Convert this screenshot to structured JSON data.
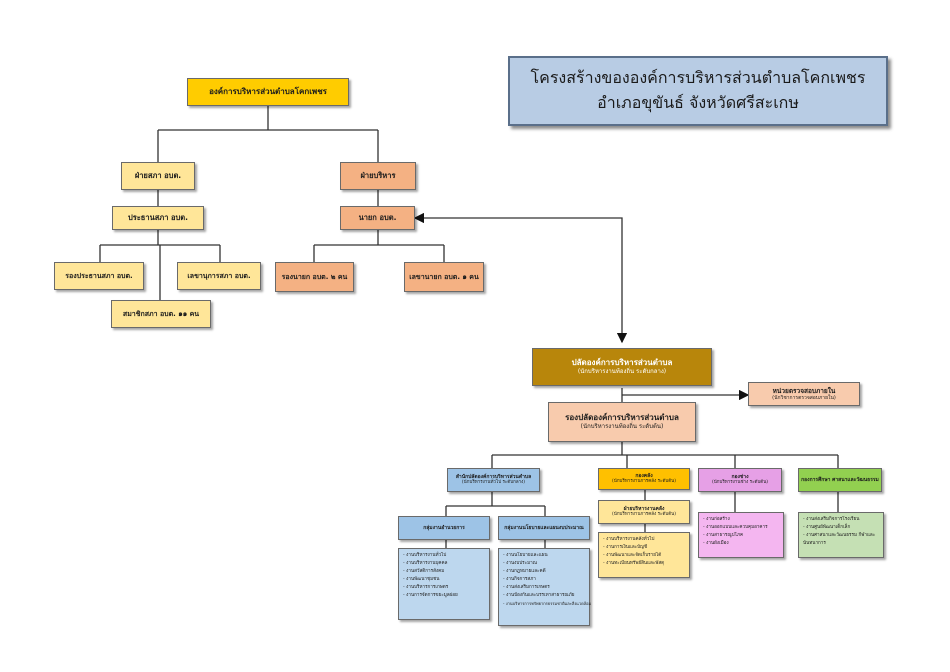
{
  "title": {
    "line1": "โครงสร้างขององค์การบริหารส่วนตำบลโคกเพชร",
    "line2": "อำเภอขุขันธ์  จังหวัดศรีสะเกษ"
  },
  "council": {
    "root": "องค์การบริหารส่วนตำบลโคกเพชร",
    "legislative": "ฝ่ายสภา อบต.",
    "speaker": "ประธานสภา อบต.",
    "deputy_speaker": "รองประธานสภา อบต.",
    "secretary": "เลขานุการสภา อบต.",
    "members": "สมาชิกสภา อบต. ๑๑ คน",
    "executive": "ฝ่ายบริหาร",
    "mayor": "นายก อบต.",
    "deputy_mayors": "รองนายก อบต. ๒ คน",
    "mayor_secretary": "เลขานายก อบต. ๑ คน"
  },
  "admin": {
    "clerk": "ปลัดองค์การบริหารส่วนตำบล",
    "clerk_level": "(นักบริหารงานท้องถิ่น ระดับกลาง)",
    "audit": "หน่วยตรวจสอบภายใน",
    "audit_sub": "(นักวิชาการตรวจสอบภายใน)",
    "deputy_clerk": "รองปลัดองค์การบริหารส่วนตำบล",
    "deputy_clerk_level": "(นักบริหารงานท้องถิ่น ระดับต้น)"
  },
  "departments": [
    {
      "name": "สำนักปลัดองค์การบริหารส่วนตำบล",
      "sub": "(นักบริหารงานทั่วไป ระดับกลาง)"
    },
    {
      "name": "กองคลัง",
      "sub": "(นักบริหารงานการคลัง ระดับต้น)"
    },
    {
      "name": "กองช่าง",
      "sub": "(นักบริหารงานช่าง ระดับต้น)"
    },
    {
      "name": "กองการศึกษา ศาสนาและวัฒนธรรม",
      "sub": ""
    }
  ],
  "groups": [
    {
      "name": "กลุ่มงานอำนวยการ"
    },
    {
      "name": "กลุ่มงานนโยบายและแผนงบประมาณ"
    },
    {
      "name": "ฝ่ายบริหารงานคลัง",
      "sub": "(นักบริหารงานการคลัง ระดับต้น)"
    }
  ],
  "lists": {
    "admin_tasks": [
      "งานบริหารงานทั่วไป",
      "งานบริหารงานบุคคล",
      "งานสวัสดิการสังคม",
      "งานพัฒนาชุมชน",
      "งานบริหารการเกษตร",
      "งานการจัดการขยะมูลฝอย"
    ],
    "policy_tasks": [
      "งานนโยบายและแผน",
      "งานงบประมาณ",
      "งานกฎหมายและคดี",
      "งานกิจการสภา",
      "งานส่งเสริมการเกษตร",
      "งานป้องกันและบรรเทาสาธารณภัย",
      "งานบริหารการทรัพยากรธรรมชาติและสิ่งแวดล้อม"
    ],
    "finance_tasks": [
      "งานบริหารงานคลังทั่วไป",
      "งานการเงินและบัญชี",
      "งานพัฒนาและจัดเก็บรายได้",
      "งานทะเบียนทรัพย์สินและพัสดุ"
    ],
    "engineering_tasks": [
      "งานก่อสร้าง",
      "งานออกแบบและควบคุมอาคาร",
      "งานสาธารณูปโภค",
      "งานผังเมือง"
    ],
    "education_tasks": [
      "งานส่งเสริมกิจการโรงเรียน",
      "งานศูนย์พัฒนาเด็กเล็ก",
      "งานศาสนาและวัฒนธรรม กีฬาและนันทนาการ"
    ]
  },
  "colors": {
    "yellow": "#ffcc00",
    "light_yellow": "#ffe699",
    "salmon": "#f4b183",
    "olive": "#b8860b",
    "peach": "#f8cbad",
    "blue": "#9dc3e6",
    "orange": "#ffc000",
    "pink": "#e6a0e6",
    "green": "#92d050",
    "title_bg": "#b8cce4"
  }
}
